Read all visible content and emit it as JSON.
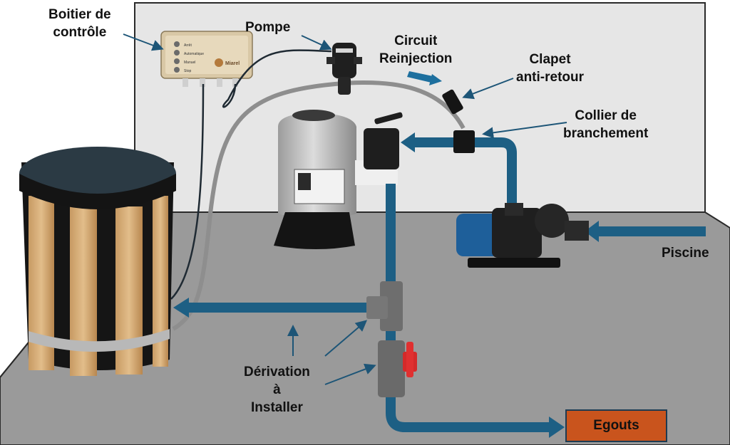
{
  "labels": {
    "control_box": [
      "Boitier de",
      "contrôle"
    ],
    "pump": "Pompe",
    "reinjection": [
      "Circuit",
      "Reinjection"
    ],
    "check_valve": [
      "Clapet",
      "anti-retour"
    ],
    "collar": [
      "Collier de",
      "branchement"
    ],
    "pool": "Piscine",
    "bypass": [
      "Dérivation",
      "à",
      "Installer"
    ],
    "sewer": "Egouts"
  },
  "control_panel": {
    "brand": "Miarel",
    "lines": [
      "Arrêt",
      "Automatique",
      "Manuel",
      "Stop"
    ]
  },
  "colors": {
    "pipe": "#1d5f84",
    "arrow_line": "#1d5577",
    "floor": "#9a9a9a",
    "wall": "#e6e6e6",
    "sewer_box": "#c9541d"
  }
}
